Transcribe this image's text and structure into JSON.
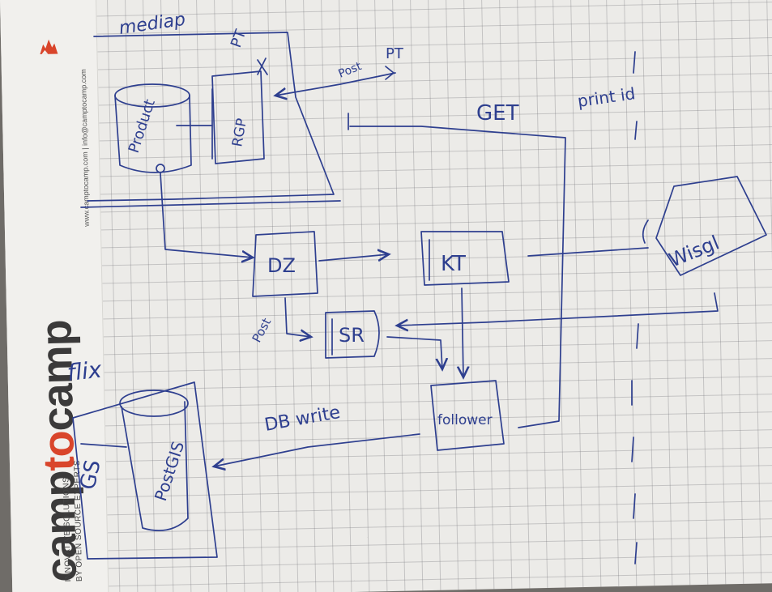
{
  "branding": {
    "logo_text_a": "camp",
    "logo_text_b": "to",
    "logo_text_c": "camp",
    "tagline_1": "INNOVATIVE SOLUTIONS",
    "tagline_2": "BY OPEN SOURCE EXPERTS",
    "contact": "www.camptocamp.com | info@camptocamp.com",
    "brand_color": "#d9452b"
  },
  "sketch": {
    "ink_color": "#2e3f8f",
    "group_mediap": "mediap",
    "db_product": "Product",
    "box_rgp": "RGP",
    "label_pt": "PT",
    "label_pt2": "PT",
    "label_post_top": "Post",
    "label_get": "GET",
    "label_print_id": "print id",
    "node_dz": "DZ",
    "node_kt": "KT",
    "node_sr": "SR",
    "label_post_sr": "Post",
    "node_follower": "follower",
    "node_wisgl": "Wisgl",
    "label_db_write": "DB write",
    "group_flix": "flix",
    "node_gs": "GS",
    "db_postgis": "PostGIS"
  }
}
